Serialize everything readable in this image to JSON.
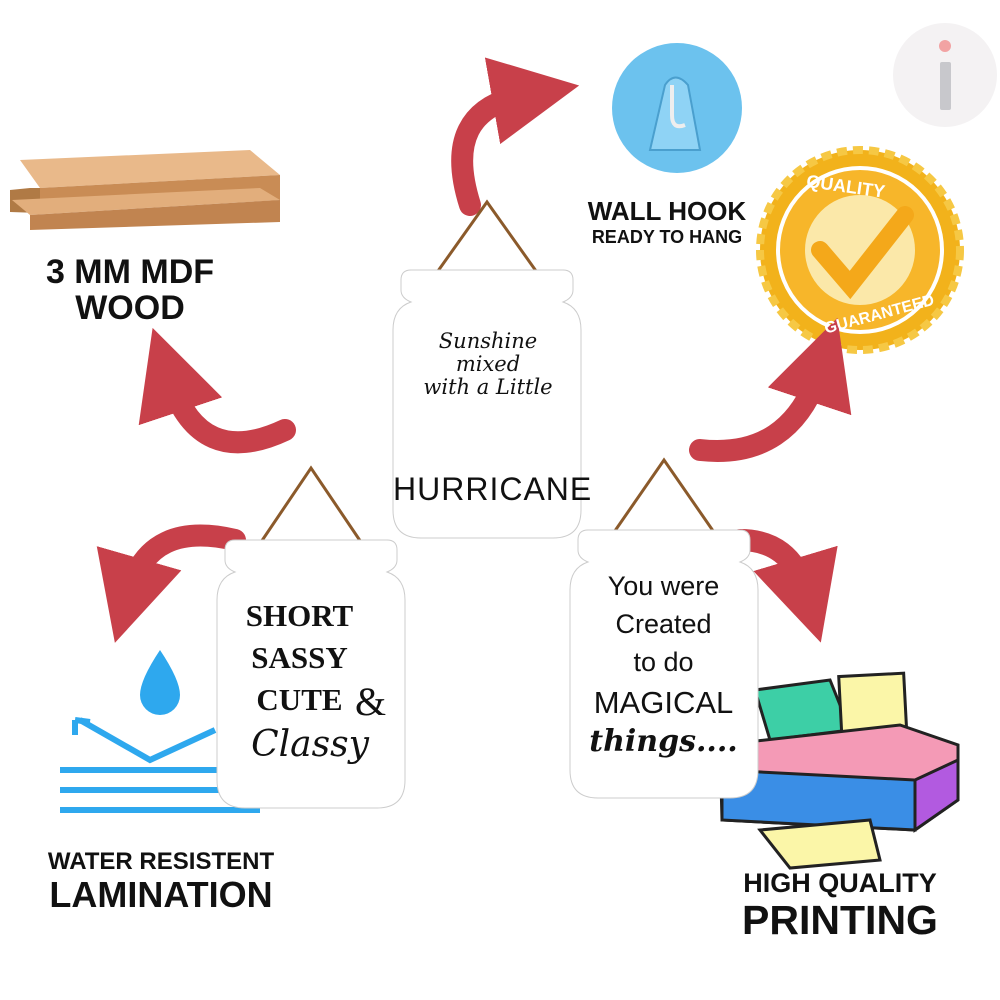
{
  "features": {
    "wood": {
      "line1": "3 MM MDF",
      "line2": "WOOD"
    },
    "hook": {
      "title": "WALL HOOK",
      "subtitle": "READY TO HANG"
    },
    "quality": {
      "top": "QUALITY",
      "bottom": "GUARANTEED"
    },
    "lamination": {
      "line1": "WATER RESISTENT",
      "line2": "LAMINATION"
    },
    "printing": {
      "line1": "HIGH QUALITY",
      "line2": "PRINTING"
    }
  },
  "signs": [
    {
      "lines": [
        "Sunshine",
        "mixed",
        "with a Little"
      ],
      "bottom": "HURRICANE",
      "color": "#ef5b8c"
    },
    {
      "lines": [
        "SHORT",
        "SASSY",
        "CUTE"
      ],
      "amp": "&",
      "bottom": "Classy",
      "color": "#2bbcee"
    },
    {
      "lines": [
        "You were",
        "Created",
        "to do",
        "MAGICAL"
      ],
      "bottom": "things....",
      "color": "#f7ea1c"
    }
  ],
  "colors": {
    "arrow": "#c8404a",
    "gold": "#f2b21b",
    "hook": "#6cc2ee"
  },
  "logo": {
    "letter": "i"
  }
}
